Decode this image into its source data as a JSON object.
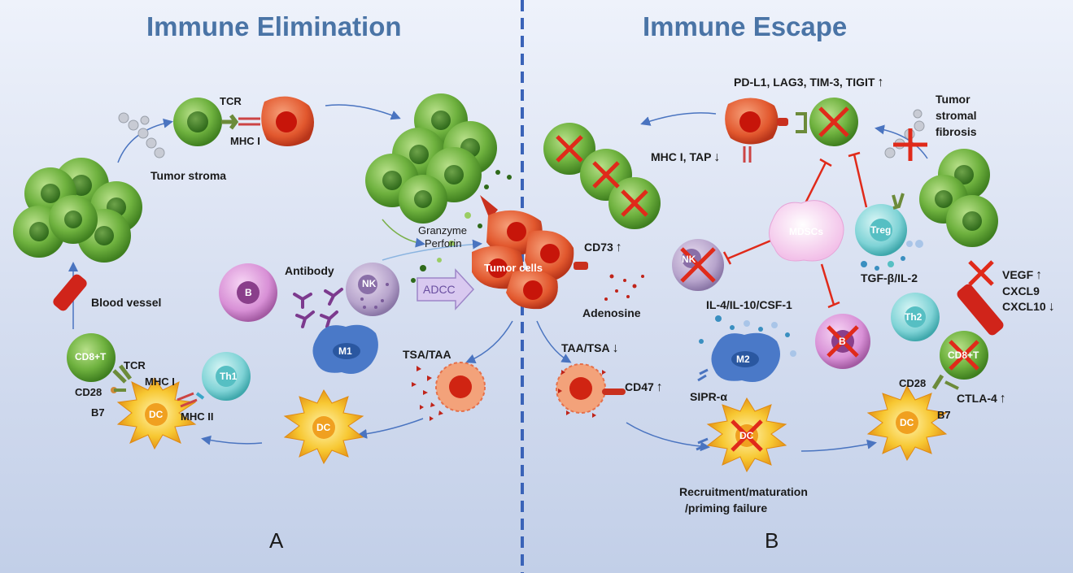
{
  "titles": {
    "left": "Immune Elimination",
    "right": "Immune Escape"
  },
  "panels": {
    "left": "A",
    "right": "B"
  },
  "left": {
    "tcr_top": "TCR",
    "mhc_top": "MHC I",
    "tumor_stroma": "Tumor stroma",
    "granzyme": "Granzyme",
    "perforin": "Perforin",
    "tumor_cells": "Tumor cells",
    "antibody": "Antibody",
    "nk": "NK",
    "adcc": "ADCC",
    "b": "B",
    "blood_vessel": "Blood vessel",
    "m1": "M1",
    "tsa_taa": "TSA/TAA",
    "cd8t": "CD8+T",
    "tcr_bottom": "TCR",
    "mhc1_bottom": "MHC I",
    "cd28": "CD28",
    "b7": "B7",
    "dc1": "DC",
    "mhc2": "MHC II",
    "th1": "Th1",
    "dc2": "DC"
  },
  "right": {
    "checkpoints": "PD-L1, LAG3, TIM-3, TIGIT",
    "tumor_stromal": "Tumor",
    "stromal": "stromal",
    "fibrosis": "fibrosis",
    "mhc_tap": "MHC I, TAP",
    "cd73": "CD73",
    "adenosine": "Adenosine",
    "mdscs": "MDSCs",
    "treg": "Treg",
    "tgf": "TGF-β/IL-2",
    "nk": "NK",
    "vegf": "VEGF",
    "cxcl9": "CXCL9",
    "cxcl10": "CXCL10",
    "il": "IL-4/IL-10/CSF-1",
    "th2": "Th2",
    "taa_tsa": "TAA/TSA",
    "cd47": "CD47",
    "m2": "M2",
    "b": "B",
    "cd8t": "CD8+T",
    "cd28": "CD28",
    "ctla4": "CTLA-4",
    "b7": "B7",
    "sipr": "SIPR-α",
    "dc_center": "DC",
    "dc_right": "DC",
    "recruit1": "Recruitment/maturation",
    "recruit2": "/priming failure"
  }
}
